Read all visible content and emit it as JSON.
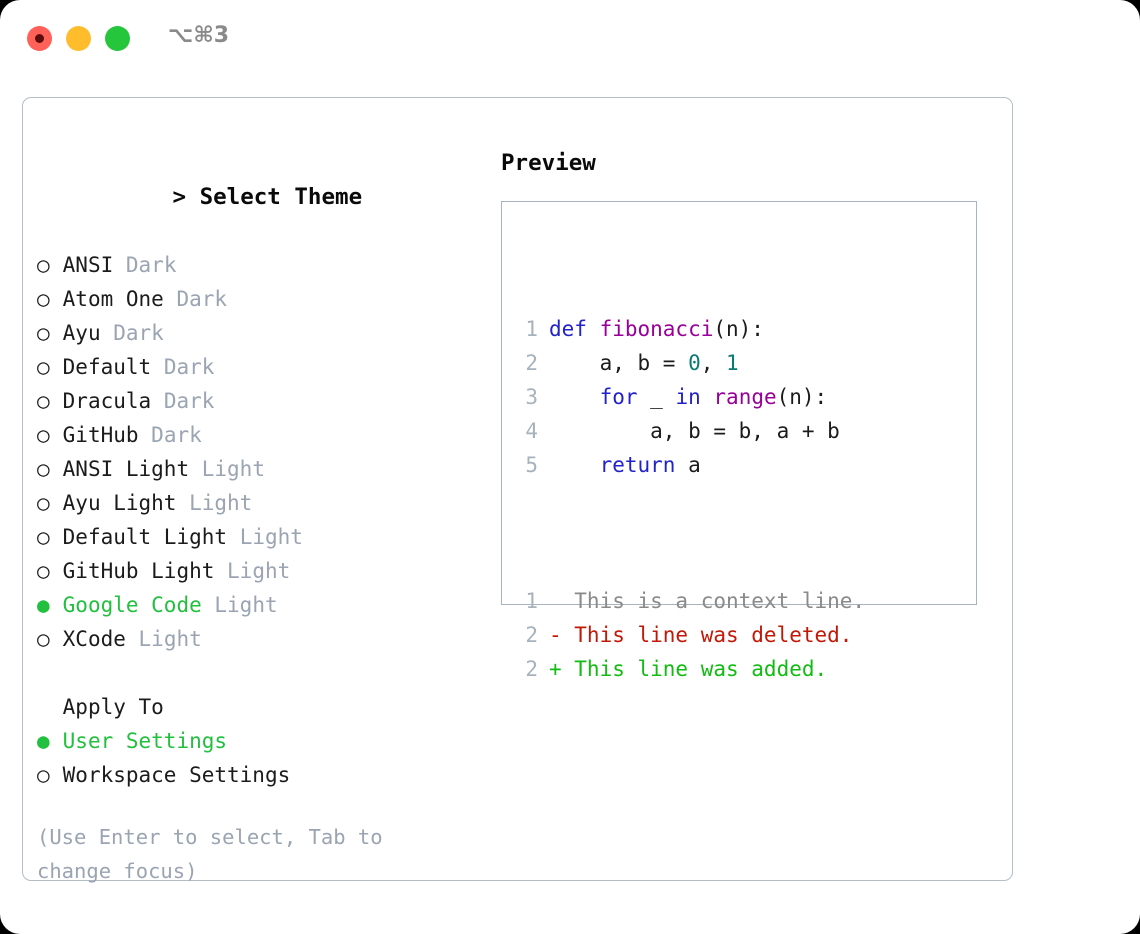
{
  "titlebar": {
    "shortcut": "⌥⌘3",
    "buttons": [
      {
        "name": "close",
        "color": "#ff6159"
      },
      {
        "name": "minimize",
        "color": "#ffbd2e"
      },
      {
        "name": "maximize",
        "color": "#25c63c"
      }
    ]
  },
  "theme_picker": {
    "heading": "> Select Theme",
    "heading_caret": ">",
    "heading_text": "Select Theme",
    "options": [
      {
        "marker": "○",
        "label": "ANSI",
        "category": "Dark",
        "selected": false
      },
      {
        "marker": "○",
        "label": "Atom One",
        "category": "Dark",
        "selected": false
      },
      {
        "marker": "○",
        "label": "Ayu",
        "category": "Dark",
        "selected": false
      },
      {
        "marker": "○",
        "label": "Default",
        "category": "Dark",
        "selected": false
      },
      {
        "marker": "○",
        "label": "Dracula",
        "category": "Dark",
        "selected": false
      },
      {
        "marker": "○",
        "label": "GitHub",
        "category": "Dark",
        "selected": false
      },
      {
        "marker": "○",
        "label": "ANSI Light",
        "category": "Light",
        "selected": false
      },
      {
        "marker": "○",
        "label": "Ayu Light",
        "category": "Light",
        "selected": false
      },
      {
        "marker": "○",
        "label": "Default Light",
        "category": "Light",
        "selected": false
      },
      {
        "marker": "○",
        "label": "GitHub Light",
        "category": "Light",
        "selected": false
      },
      {
        "marker": "●",
        "label": "Google Code",
        "category": "Light",
        "selected": true
      },
      {
        "marker": "○",
        "label": "XCode",
        "category": "Light",
        "selected": false
      }
    ]
  },
  "apply_to": {
    "heading": "Apply To",
    "options": [
      {
        "marker": "●",
        "label": "User Settings",
        "selected": true
      },
      {
        "marker": "○",
        "label": "Workspace Settings",
        "selected": false
      }
    ]
  },
  "hint": "(Use Enter to select, Tab to change focus)",
  "preview": {
    "title": "Preview",
    "code_lines": [
      {
        "no": "1",
        "tokens": [
          {
            "t": "def ",
            "c": "kw"
          },
          {
            "t": "fibonacci",
            "c": "fn"
          },
          {
            "t": "(n):",
            "c": "pl"
          }
        ]
      },
      {
        "no": "2",
        "tokens": [
          {
            "t": "    a, b = ",
            "c": "pl"
          },
          {
            "t": "0",
            "c": "num"
          },
          {
            "t": ", ",
            "c": "pl"
          },
          {
            "t": "1",
            "c": "num"
          }
        ]
      },
      {
        "no": "3",
        "tokens": [
          {
            "t": "    ",
            "c": "pl"
          },
          {
            "t": "for",
            "c": "kw"
          },
          {
            "t": " _ ",
            "c": "pl"
          },
          {
            "t": "in",
            "c": "kw"
          },
          {
            "t": " ",
            "c": "pl"
          },
          {
            "t": "range",
            "c": "fn"
          },
          {
            "t": "(n):",
            "c": "pl"
          }
        ]
      },
      {
        "no": "4",
        "tokens": [
          {
            "t": "        a, b = b, a + b",
            "c": "pl"
          }
        ]
      },
      {
        "no": "5",
        "tokens": [
          {
            "t": "    ",
            "c": "pl"
          },
          {
            "t": "return",
            "c": "kw"
          },
          {
            "t": " a",
            "c": "pl"
          }
        ]
      }
    ],
    "diff_lines": [
      {
        "no": "1",
        "sign": " ",
        "text": "  This is a context line.",
        "kind": "d-ctx"
      },
      {
        "no": "2",
        "sign": "-",
        "text": "- This line was deleted.",
        "kind": "d-del"
      },
      {
        "no": "2",
        "sign": "+",
        "text": "+ This line was added.",
        "kind": "d-add"
      }
    ]
  },
  "colors": {
    "accent_green": "#22c03f",
    "muted": "#9aa4b2",
    "keyword": "#2222cc",
    "function": "#990099",
    "number": "#0b7a75",
    "diff_add": "#12bb12",
    "diff_del": "#c21807",
    "border": "#b4bdc8"
  }
}
